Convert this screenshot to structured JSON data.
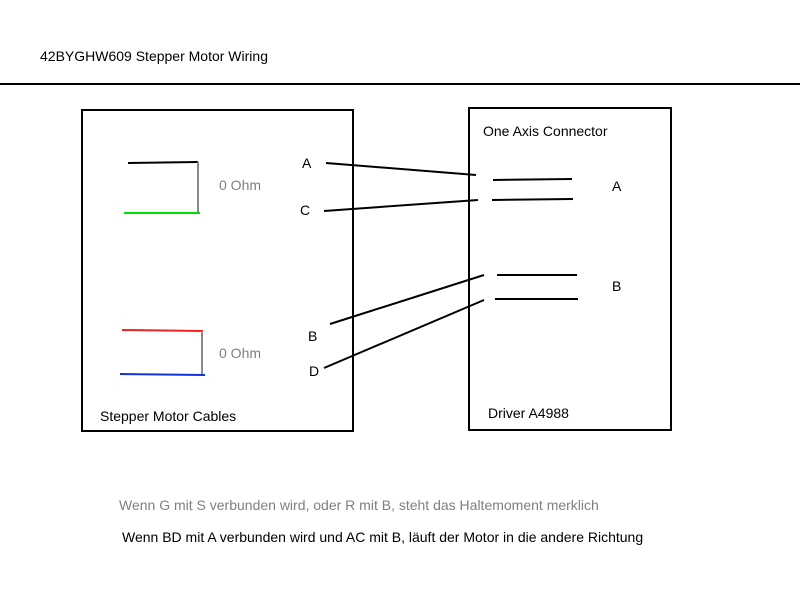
{
  "title": "42BYGHW609 Stepper Motor Wiring",
  "motor_box": {
    "label": "Stepper Motor Cables",
    "coil1_resistance": "0 Ohm",
    "coil2_resistance": "0 Ohm",
    "pins": {
      "a": "A",
      "c": "C",
      "b": "B",
      "d": "D"
    }
  },
  "driver_box": {
    "header": "One Axis Connector",
    "label": "Driver A4988",
    "pins": {
      "a": "A",
      "b": "B"
    }
  },
  "notes": {
    "note1": "Wenn G mit S verbunden wird, oder R mit B, steht das Haltemoment merklich",
    "note2": "Wenn BD mit A verbunden wird und AC mit B, läuft der Motor in die andere Richtung"
  },
  "colors": {
    "wire_black": "#000000",
    "wire_green": "#00dd00",
    "wire_red": "#ee2222",
    "wire_blue": "#1133dd",
    "bridge_gray": "#888888",
    "note_gray": "#808080"
  }
}
